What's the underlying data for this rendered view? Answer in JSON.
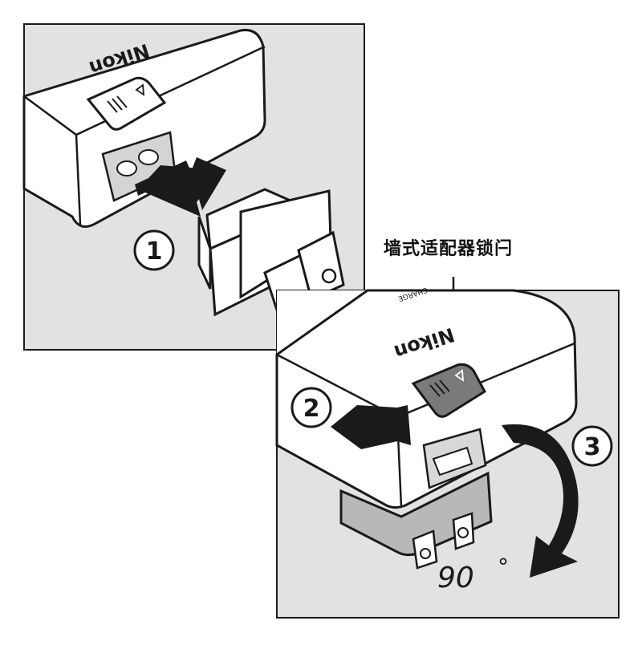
{
  "panel1": {
    "brand": "Nikon",
    "step": "1"
  },
  "panel2": {
    "brand": "Nikon",
    "small_label": "CHARGE",
    "step_press": "2",
    "step_rotate": "3",
    "angle": "90",
    "degree_symbol": "°"
  },
  "callout": {
    "label": "墙式适配器锁闩"
  },
  "colors": {
    "panel_fill": "#e2e2e2",
    "outline": "#1a1a1a",
    "body_white": "#ffffff",
    "latch_gray": "#7a7a7a",
    "adapter_gray": "#b8b8b8"
  }
}
